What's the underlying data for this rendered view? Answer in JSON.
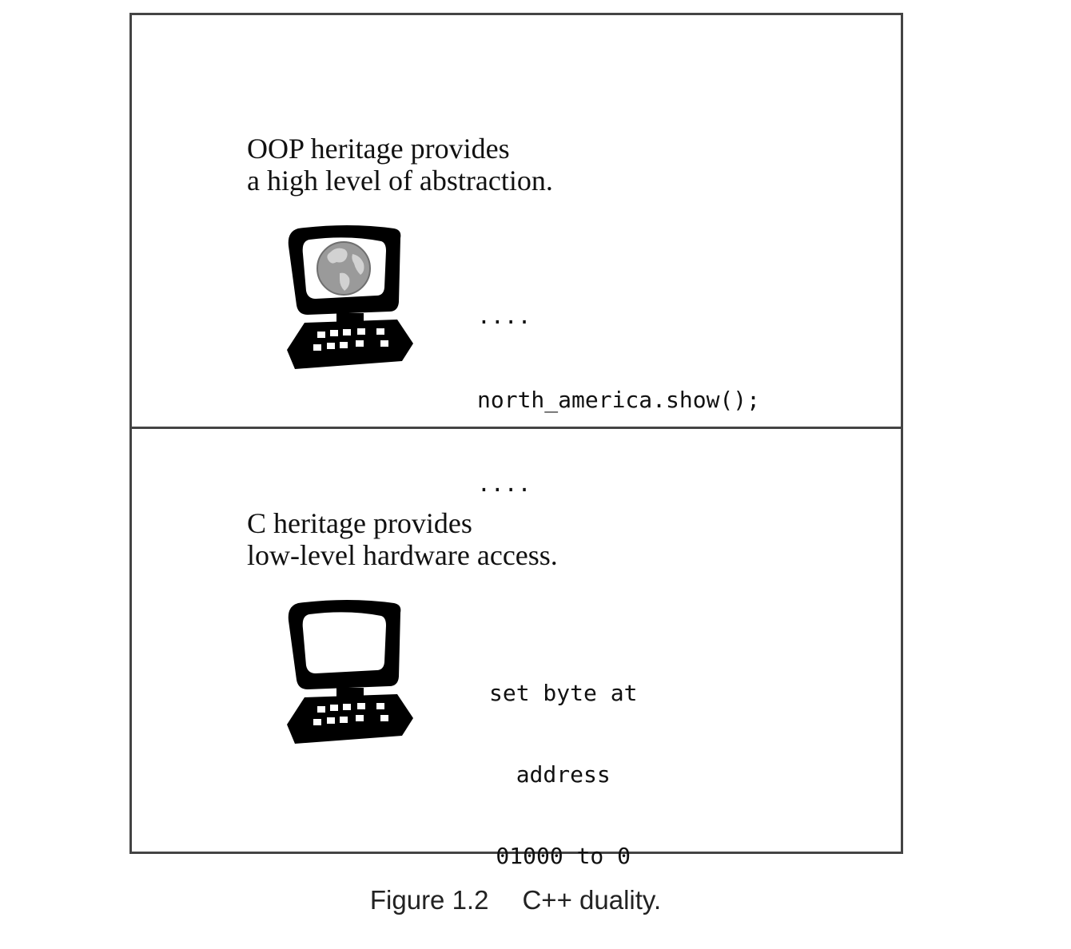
{
  "top_panel": {
    "heading_line1": "OOP heritage provides",
    "heading_line2": "a high level of abstraction.",
    "code_line1": "....",
    "code_line2": "north_america.show();",
    "code_line3": "....",
    "icon": "computer-with-globe-icon"
  },
  "bottom_panel": {
    "heading_line1": "C heritage provides",
    "heading_line2": "low-level hardware access.",
    "code_line1": "set byte at",
    "code_line2": "address",
    "code_line3": "01000 to 0",
    "icon": "computer-icon"
  },
  "caption": {
    "figure_number": "Figure 1.2",
    "title": "C++ duality."
  },
  "colors": {
    "frame": "#444444",
    "ink": "#000000",
    "globe": "#9a9a9a"
  }
}
